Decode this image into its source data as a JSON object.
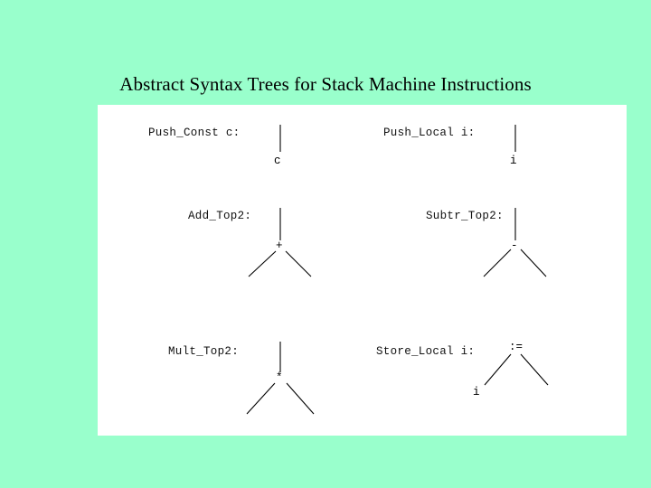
{
  "slide": {
    "title": "Abstract Syntax Trees for Stack Machine Instructions",
    "background_color": "#99ffcc",
    "panel_color": "#ffffff",
    "ink_color": "#000000"
  },
  "diagrams": [
    {
      "id": "push-const",
      "label": "Push_Const c:",
      "root": "",
      "leaf": "c",
      "shape": "stem-leaf",
      "column": "left",
      "row": 1
    },
    {
      "id": "push-local",
      "label": "Push_Local i:",
      "root": "",
      "leaf": "i",
      "shape": "stem-leaf",
      "column": "right",
      "row": 1
    },
    {
      "id": "add-top2",
      "label": "Add_Top2:",
      "root": "+",
      "leaf": "",
      "shape": "stem-binary",
      "column": "left",
      "row": 2
    },
    {
      "id": "subtr-top2",
      "label": "Subtr_Top2:",
      "root": "-",
      "leaf": "",
      "shape": "stem-binary",
      "column": "right",
      "row": 2
    },
    {
      "id": "mult-top2",
      "label": "Mult_Top2:",
      "root": "*",
      "leaf": "",
      "shape": "stem-binary",
      "column": "left",
      "row": 3
    },
    {
      "id": "store-local",
      "label": "Store_Local i:",
      "root": ":=",
      "leaf": "i",
      "shape": "binary-leftleaf",
      "column": "right",
      "row": 3
    }
  ]
}
